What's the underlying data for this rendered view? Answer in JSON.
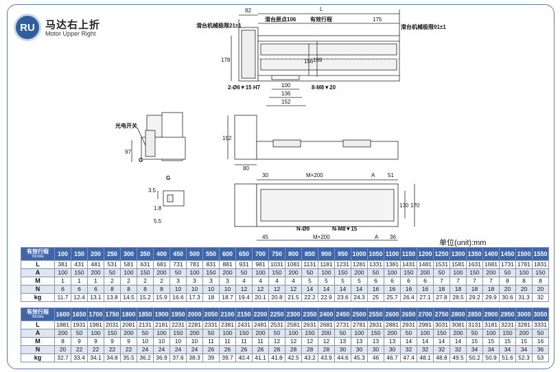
{
  "brand": {
    "badge": "RU",
    "title_cn": "马达右上折",
    "title_en": "Motor Upper Right"
  },
  "drawing": {
    "dims": {
      "d82": "82",
      "L": "L",
      "d175": "175",
      "d178": "178",
      "d156": "156",
      "d169": "169",
      "d100": "100",
      "d136": "136",
      "d152": "152",
      "d192": "192",
      "d80": "80",
      "d97": "97",
      "d30": "30",
      "Mx200_top": "M×200",
      "A_top": "A",
      "d51": "51",
      "d130": "130",
      "d170": "170",
      "d45": "45",
      "Mx200_bot": "M×200",
      "A_bot": "A",
      "d36": "36",
      "d3_5": "3.5",
      "d1_8": "1.8",
      "d5_5": "5.5",
      "G": "G",
      "G2": "G"
    },
    "labels": {
      "slide_limit_left": "滑台机械极限21±1",
      "slide_origin": "滑台原点106",
      "stroke": "有效行程",
      "slide_limit_right": "滑台机械极限91±1",
      "hole_left": "2-Ø6▼15 H7",
      "hole_right": "8-M8▼20",
      "photo_switch": "光电开关",
      "hole_n9": "N-Ø9",
      "hole_m8": "N-M8▼15"
    }
  },
  "unit_label": "单位(unit):mm",
  "table": {
    "header_cn": "有效行程",
    "header_en": "Stroke",
    "row_labels": [
      "L",
      "A",
      "M",
      "N",
      "kg"
    ],
    "part1": {
      "strokes": [
        "100",
        "150",
        "200",
        "250",
        "300",
        "350",
        "400",
        "450",
        "500",
        "550",
        "600",
        "650",
        "700",
        "750",
        "800",
        "850",
        "900",
        "950",
        "1000",
        "1050",
        "1100",
        "1150",
        "1200",
        "1250",
        "1300",
        "1350",
        "1400",
        "1450",
        "1500",
        "1550"
      ],
      "L": [
        "381",
        "431",
        "481",
        "531",
        "581",
        "631",
        "681",
        "731",
        "781",
        "831",
        "881",
        "931",
        "981",
        "1031",
        "1081",
        "1131",
        "1181",
        "1231",
        "1281",
        "1331",
        "1381",
        "1431",
        "1481",
        "1531",
        "1581",
        "1631",
        "1681",
        "1731",
        "1781",
        "1831"
      ],
      "A": [
        "100",
        "150",
        "200",
        "50",
        "100",
        "150",
        "200",
        "50",
        "100",
        "150",
        "200",
        "50",
        "100",
        "150",
        "200",
        "50",
        "100",
        "150",
        "200",
        "50",
        "100",
        "150",
        "200",
        "50",
        "100",
        "150",
        "200",
        "50",
        "100",
        "150"
      ],
      "M": [
        "1",
        "1",
        "1",
        "2",
        "2",
        "2",
        "2",
        "3",
        "3",
        "3",
        "3",
        "4",
        "4",
        "4",
        "4",
        "5",
        "5",
        "5",
        "5",
        "6",
        "6",
        "6",
        "6",
        "7",
        "7",
        "7",
        "7",
        "8",
        "8",
        "8"
      ],
      "N": [
        "6",
        "6",
        "6",
        "8",
        "8",
        "8",
        "8",
        "10",
        "10",
        "10",
        "10",
        "12",
        "12",
        "12",
        "12",
        "14",
        "14",
        "14",
        "14",
        "16",
        "16",
        "16",
        "16",
        "18",
        "18",
        "18",
        "18",
        "20",
        "20",
        "20"
      ],
      "kg": [
        "11.7",
        "12.4",
        "13.1",
        "13.8",
        "14.5",
        "15.2",
        "15.9",
        "16.6",
        "17.3",
        "18",
        "18.7",
        "19.4",
        "20.1",
        "20.8",
        "21.5",
        "22.2",
        "22.9",
        "23.6",
        "24.3",
        "25",
        "25.7",
        "26.4",
        "27.1",
        "27.8",
        "28.5",
        "29.2",
        "29.9",
        "30.6",
        "31.3",
        "32"
      ]
    },
    "part2": {
      "strokes": [
        "1600",
        "1650",
        "1700",
        "1750",
        "1800",
        "1850",
        "1900",
        "1950",
        "2000",
        "2050",
        "2100",
        "2150",
        "2200",
        "2250",
        "2300",
        "2350",
        "2400",
        "2450",
        "2500",
        "2550",
        "2600",
        "2650",
        "2700",
        "2750",
        "2800",
        "2850",
        "2900",
        "2950",
        "3000",
        "3050"
      ],
      "L": [
        "1881",
        "1931",
        "1981",
        "2031",
        "2081",
        "2131",
        "2181",
        "2231",
        "2281",
        "2331",
        "2381",
        "2431",
        "2481",
        "2531",
        "2581",
        "2631",
        "2681",
        "2731",
        "2781",
        "2831",
        "2881",
        "2931",
        "2981",
        "3031",
        "3081",
        "3131",
        "3181",
        "3231",
        "3281",
        "3331"
      ],
      "A": [
        "200",
        "50",
        "100",
        "150",
        "200",
        "50",
        "100",
        "150",
        "200",
        "50",
        "100",
        "150",
        "200",
        "50",
        "100",
        "150",
        "200",
        "50",
        "100",
        "150",
        "200",
        "50",
        "100",
        "150",
        "200",
        "50",
        "100",
        "150",
        "200",
        "50"
      ],
      "M": [
        "8",
        "9",
        "9",
        "9",
        "9",
        "10",
        "10",
        "10",
        "10",
        "11",
        "11",
        "11",
        "11",
        "12",
        "12",
        "12",
        "12",
        "13",
        "13",
        "13",
        "13",
        "14",
        "14",
        "14",
        "14",
        "15",
        "15",
        "15",
        "15",
        "16"
      ],
      "N": [
        "20",
        "22",
        "22",
        "22",
        "22",
        "24",
        "24",
        "24",
        "24",
        "26",
        "26",
        "26",
        "26",
        "28",
        "28",
        "28",
        "28",
        "30",
        "30",
        "30",
        "30",
        "32",
        "32",
        "32",
        "32",
        "34",
        "34",
        "34",
        "34",
        "36"
      ],
      "kg": [
        "32.7",
        "33.4",
        "34.1",
        "34.8",
        "35.5",
        "36.2",
        "36.9",
        "37.6",
        "38.3",
        "39",
        "39.7",
        "40.4",
        "41.1",
        "41.8",
        "42.5",
        "43.2",
        "43.9",
        "44.6",
        "45.3",
        "46",
        "46.7",
        "47.4",
        "48.1",
        "48.8",
        "49.5",
        "50.2",
        "50.9",
        "51.6",
        "52.3",
        "53"
      ]
    }
  }
}
